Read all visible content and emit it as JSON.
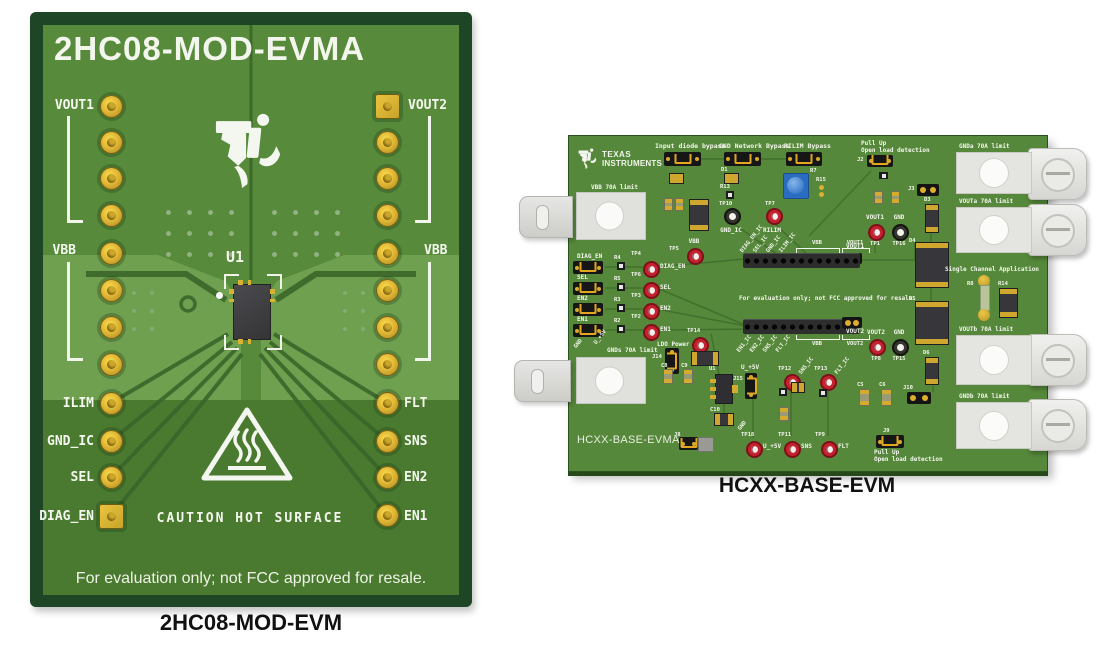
{
  "palette": {
    "pcb_green": "#55883a",
    "pcb_frame_green": "#1d4526",
    "vbb_region_green": "#6fa04f",
    "pad_gold": "#ddb434",
    "testpoint_red": "#c5212f",
    "pot_blue": "#2a6cc0"
  },
  "module_board": {
    "title": "2HC08-MOD-EVMA",
    "caption": "2HC08-MOD-EVM",
    "chip_ref": "U1",
    "pin_groups": {
      "vout1": "VOUT1",
      "vout2": "VOUT2",
      "vbb_left": "VBB",
      "vbb_right": "VBB"
    },
    "left_pins": [
      "ILIM",
      "GND_IC",
      "SEL",
      "DIAG_EN"
    ],
    "right_pins": [
      "FLT",
      "SNS",
      "EN2",
      "EN1"
    ],
    "warning": "CAUTION HOT SURFACE",
    "disclaimer": "For evaluation only; not FCC approved for resale."
  },
  "base_board": {
    "caption": "HCXX-BASE-EVM",
    "silkscreen": "HCXX-BASE-EVMA",
    "brand": {
      "line1": "TEXAS",
      "line2": "INSTRUMENTS"
    },
    "disclaimer": "For evaluation only; not FCC approved for resale.",
    "top_jumpers": [
      "Input diode bypass",
      "GND Network Bypass",
      "RILIM Bypass"
    ],
    "pull_up": {
      "line1": "Pull Up",
      "line2": "Open load detection"
    },
    "terminals_left": [
      "VBB 70A limit",
      "GNDs 70A limit"
    ],
    "terminals_right": [
      "GNDa 70A limit",
      "VOUTa 70A limit",
      "VOUTb 70A limit",
      "GNDb 70A limit"
    ],
    "control_rows": [
      {
        "name": "DIAG_EN",
        "res": "R4",
        "tp": "TP4",
        "signal": "DIAG_EN"
      },
      {
        "name": "SEL",
        "res": "R5",
        "tp": "TP6",
        "signal": "SEL"
      },
      {
        "name": "EN2",
        "res": "R3",
        "tp": "TP3",
        "signal": "EN2"
      },
      {
        "name": "EN1",
        "res": "R2",
        "tp": "TP2",
        "signal": "EN1"
      }
    ],
    "diag_labels": {
      "gnd": "GND",
      "u5v": "U_+5V",
      "gnd2": "GND"
    },
    "test_points": {
      "gnd_ic": {
        "ref": "TP10",
        "signal": "GND_IC"
      },
      "rilim": {
        "ref": "TP7",
        "signal": "RILIM"
      },
      "vbb": {
        "ref": "TP5",
        "signal": "VBB"
      },
      "tp14": {
        "ref": "TP14"
      },
      "vout1": {
        "ref": "TP1",
        "signal": "VOUT1"
      },
      "gnd1": {
        "ref": "TP16",
        "signal": "GND"
      },
      "vout2": {
        "ref": "TP8",
        "signal": "VOUT2"
      },
      "gnd2": {
        "ref": "TP15",
        "signal": "GND"
      },
      "sns_ic": {
        "ref": "TP12",
        "signal": "SNS_IC"
      },
      "flt_ic": {
        "ref": "TP13",
        "signal": "FLT_IC"
      },
      "u5v": {
        "ref": "TP18",
        "signal": "U_+5V"
      },
      "sns": {
        "ref": "TP11",
        "signal": "SNS"
      },
      "flt": {
        "ref": "TP9",
        "signal": "FLT"
      }
    },
    "headers": {
      "top": {
        "labels": [
          "DIAG_EN_IC",
          "SEL_IC",
          "GND_IC",
          "ILIM_IC"
        ],
        "vbb": "VBB",
        "vout": "VOUT1"
      },
      "bottom": {
        "labels": [
          "EN1_IC",
          "EN2_IC",
          "SNS_IC",
          "FLT_IC"
        ],
        "vbb": "VBB",
        "vout": "VOUT2"
      }
    },
    "labels": {
      "ldo": "LDO Power",
      "u5v_jumper": "U_+5V",
      "single_channel": "Single Channel Application",
      "side_out1": "VOUT1",
      "side_out2": "VOUT2"
    },
    "refs": {
      "d1": "D1",
      "r13": "R13",
      "r7": "R7",
      "r15": "R15",
      "j2": "J2",
      "j3": "J3",
      "d3": "D3",
      "d4": "D4",
      "d5": "D5",
      "d6": "D6",
      "c5": "C5",
      "c6": "C6",
      "j10": "J10",
      "c8": "C8",
      "c9": "C9",
      "c10": "C10",
      "u1": "U1",
      "j14": "J14",
      "j15": "J15",
      "j8": "J8",
      "j9": "J9",
      "r8": "R8",
      "r14": "R14"
    }
  }
}
